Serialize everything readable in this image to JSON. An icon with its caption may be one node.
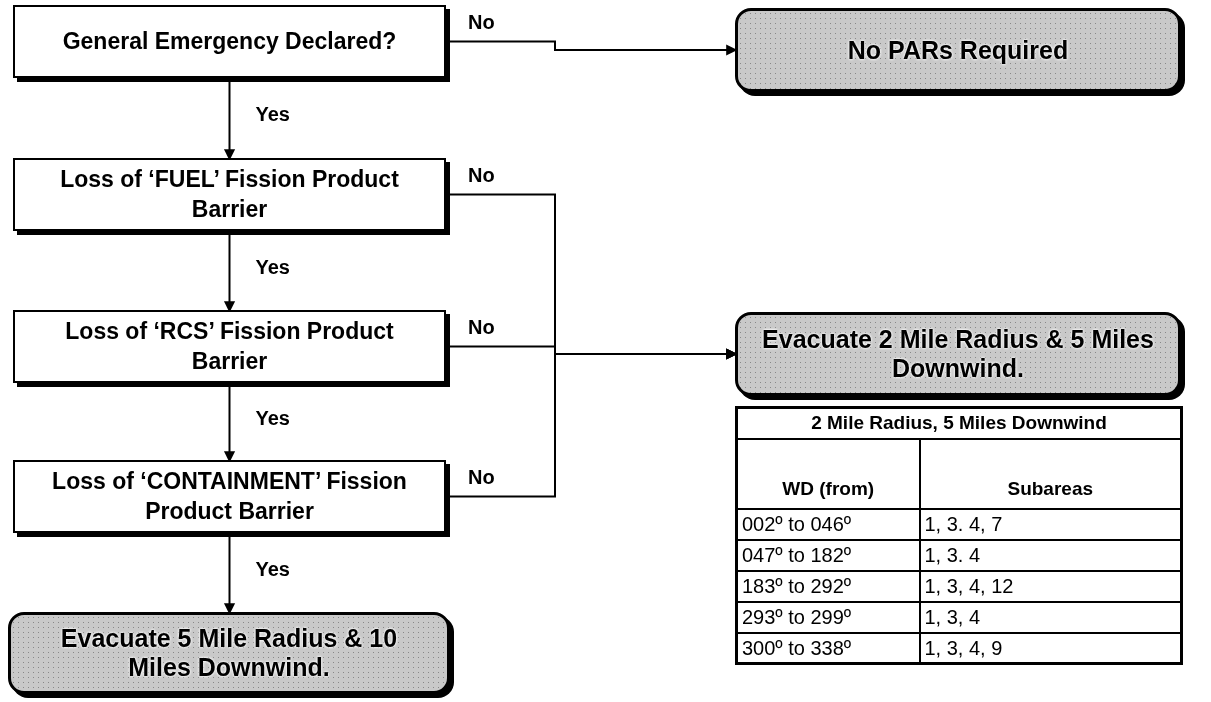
{
  "diagram": {
    "nodes": [
      {
        "text": [
          "General Emergency Declared?"
        ]
      },
      {
        "text": [
          "No PARs Required"
        ]
      },
      {
        "text": [
          "Loss of ‘FUEL’ Fission Product Barrier"
        ]
      },
      {
        "text": [
          "Loss of ‘RCS’ Fission Product Barrier"
        ]
      },
      {
        "text": [
          "Loss of ‘CONTAINMENT’ Fission Product Barrier"
        ]
      },
      {
        "text": [
          "Evacuate 5 Mile Radius & 10 Miles Downwind."
        ]
      },
      {
        "text": [
          "Evacuate 2 Mile Radius & 5 Miles Downwind."
        ]
      }
    ],
    "edges": [
      {
        "from": 0,
        "to": 1,
        "arrow": "to",
        "label": "No"
      },
      {
        "from": 0,
        "to": 2,
        "arrow": "to",
        "label": "Yes"
      },
      {
        "from": 2,
        "to": 6,
        "arrow": "to",
        "label": "No"
      },
      {
        "from": 2,
        "to": 3,
        "arrow": "to",
        "label": "Yes"
      },
      {
        "from": 3,
        "to": 6,
        "arrow": "to",
        "label": "No"
      },
      {
        "from": 3,
        "to": 4,
        "arrow": "to",
        "label": "Yes"
      },
      {
        "from": 4,
        "to": 6,
        "arrow": "to",
        "label": "No"
      },
      {
        "from": 4,
        "to": 5,
        "arrow": "to",
        "label": "Yes"
      }
    ],
    "labels": [
      "2 Mile Radius, 5 Miles Downwind",
      "WD (from)",
      "Subareas",
      "002º to 046º",
      "1, 3. 4, 7",
      "047º to 182º",
      "1, 3. 4",
      "183º to 292º",
      "1, 3, 4, 12",
      "293º to 299º",
      "1, 3, 4",
      "300º to 338º",
      "1, 3, 4, 9"
    ]
  }
}
